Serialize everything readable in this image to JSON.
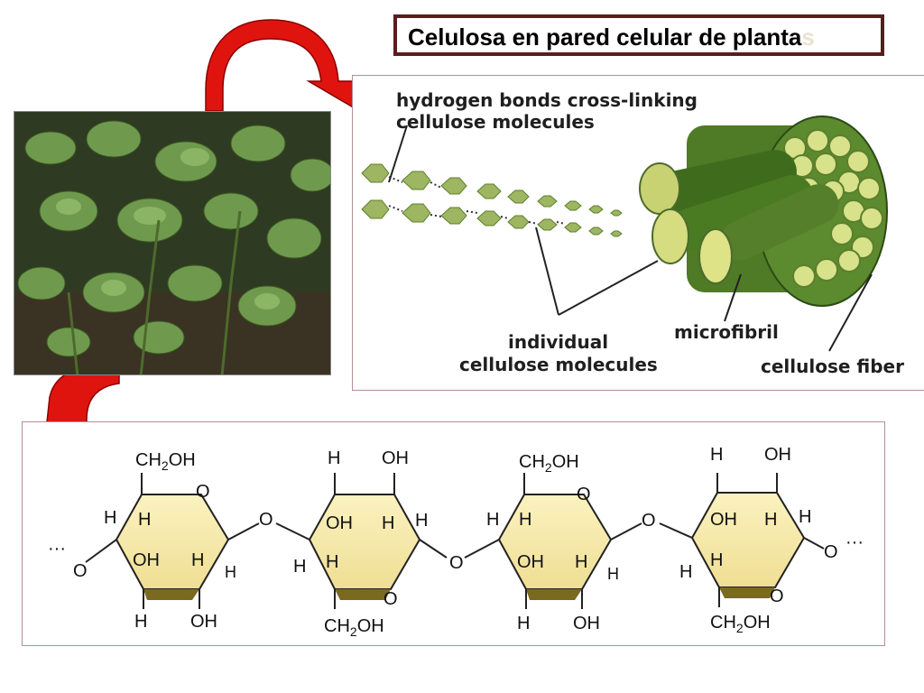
{
  "title": {
    "main": "Celulosa en pared celular de planta",
    "tail": "s"
  },
  "fiber_diagram": {
    "label_hbonds_line1": "hydrogen bonds cross-linking",
    "label_hbonds_line2": "cellulose molecules",
    "label_individual_line1": "individual",
    "label_individual_line2": "cellulose molecules",
    "label_microfibril": "microfibril",
    "label_fiber": "cellulose fiber"
  },
  "chain": {
    "ch2oh": "CH2OH",
    "oh": "OH",
    "h": "H",
    "o": "O",
    "dash": "···"
  },
  "colors": {
    "title_border": "#5a1d1d",
    "arrow_red": "#e0140f",
    "ring_fill": "#f7e9a8",
    "ring_dark": "#7a6a1f",
    "fiber_green": "#5c7f2e",
    "hex_green": "#9eb561"
  }
}
